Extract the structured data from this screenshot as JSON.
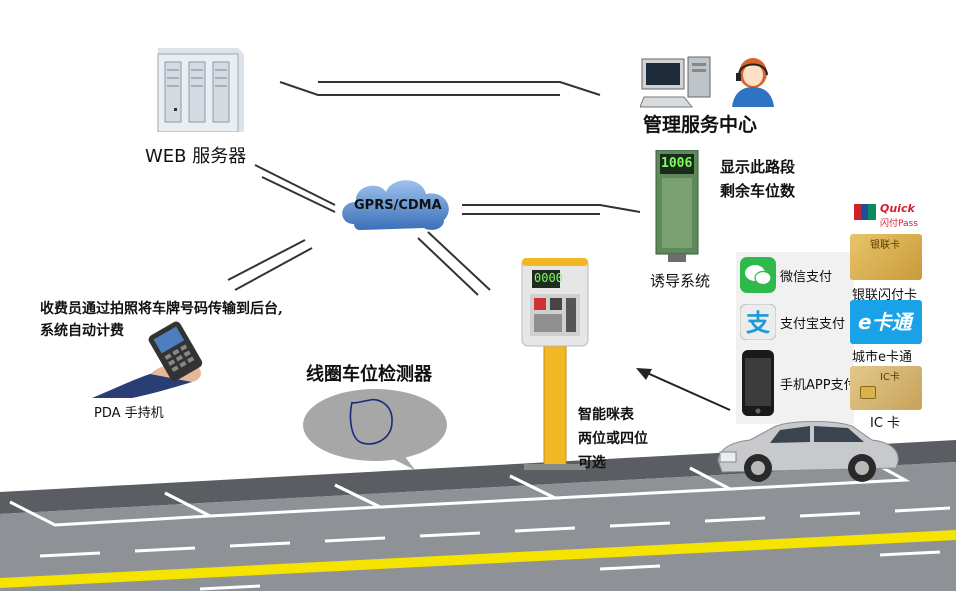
{
  "labels": {
    "web_server": "WEB 服务器",
    "mgmt_center": "管理服务中心",
    "network": "GPRS/CDMA",
    "guide_text_line1": "显示此路段",
    "guide_text_line2": "剩余车位数",
    "guide_system": "诱导系统",
    "collector_text_line1": "收费员通过拍照将车牌号码传输到后台,",
    "collector_text_line2": "系统自动计费",
    "pda": "PDA 手持机",
    "coil_detector": "线圈车位检测器",
    "meter_text_line1": "智能咪表",
    "meter_text_line2": "两位或四位",
    "meter_text_line3": "可选",
    "meter_display": "0000",
    "guide_display": "1006"
  },
  "payments": [
    {
      "label": "微信支付",
      "icon": "wechat-icon"
    },
    {
      "label": "支付宝支付",
      "icon": "alipay-icon"
    },
    {
      "label": "手机APP支付",
      "icon": "phone-icon"
    }
  ],
  "cards": [
    {
      "label": "银联闪付卡",
      "card_text": "银联卡",
      "logo_text": "Quick",
      "logo_sub": "闪付Pass"
    },
    {
      "label": "城市e卡通",
      "card_text": "e卡通"
    },
    {
      "label": "IC 卡",
      "card_text": "IC卡"
    }
  ],
  "colors": {
    "road": "#8e9297",
    "curb": "#5a5d62",
    "yellow_line": "#f4e400",
    "cloud": "#5b8fd0",
    "meter_pole": "#f1b823"
  }
}
